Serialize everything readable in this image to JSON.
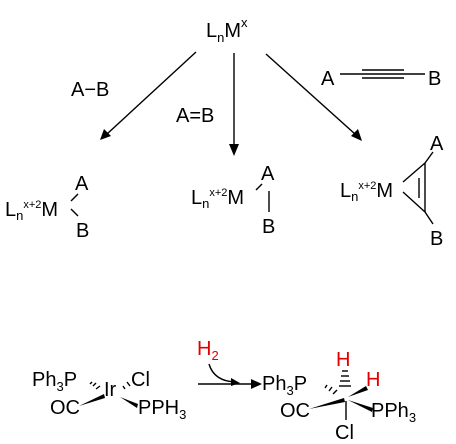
{
  "top": {
    "complex": {
      "L": "L",
      "n": "n",
      "M": "M",
      "x": "x"
    }
  },
  "reagents": {
    "single": "A−B",
    "double": "A=B",
    "alkyne_a": "A",
    "alkyne_b": "B"
  },
  "products": {
    "p1": {
      "L": "L",
      "n": "n",
      "ox": "x+2",
      "M": "M",
      "A": "A",
      "B": "B"
    },
    "p2": {
      "L": "L",
      "n": "n",
      "ox": "x+2",
      "M": "M",
      "A": "A",
      "B": "B"
    },
    "p3": {
      "L": "L",
      "n": "n",
      "ox": "x+2",
      "M": "M",
      "A": "A",
      "B": "B"
    }
  },
  "vaska": {
    "reactant": {
      "ph3p": "Ph",
      "ph3p_sub": "3",
      "ph3p_p": "P",
      "ir": "Ir",
      "cl": "Cl",
      "oc": "OC",
      "pph3": "PPH",
      "pph3_sub": "3"
    },
    "reagent": {
      "h": "H",
      "h_sub": "2"
    },
    "product": {
      "ph3p": "Ph",
      "ph3p_sub": "3",
      "ph3p_p": "P",
      "oc": "OC",
      "pph3": "PPh",
      "pph3_sub": "3",
      "cl": "Cl",
      "h1": "H",
      "h2": "H"
    }
  },
  "colors": {
    "highlight": "#e00000",
    "ink": "#000000"
  }
}
